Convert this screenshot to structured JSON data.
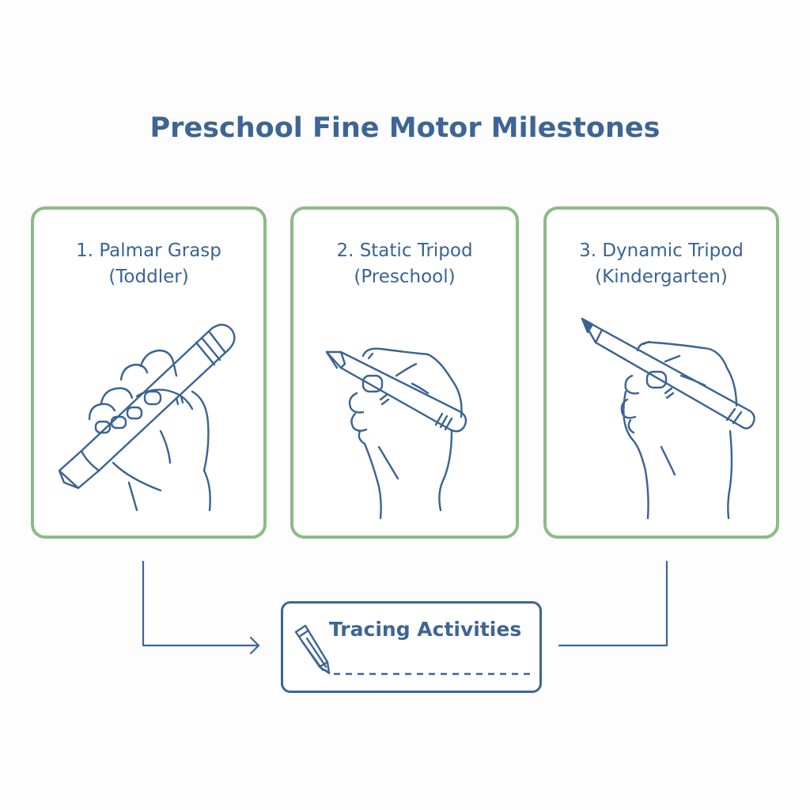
{
  "title": "Preschool Fine Motor Milestones",
  "colors": {
    "primary_blue": "#3d6595",
    "card_border_green": "#8dba88",
    "background": "#fdfdfd"
  },
  "stages": [
    {
      "number": "1.",
      "name": "Palmar Grasp",
      "age": "(Toddler)",
      "line1": "1. Palmar Grasp",
      "line2": "(Toddler)",
      "icon": "palmar-grasp-hand-crayon-icon"
    },
    {
      "number": "2.",
      "name": "Static Tripod",
      "age": "(Preschool)",
      "line1": "2. Static Tripod",
      "line2": "(Preschool)",
      "icon": "static-tripod-hand-crayon-icon"
    },
    {
      "number": "3.",
      "name": "Dynamic Tripod",
      "age": "(Kindergarten)",
      "line1": "3. Dynamic Tripod",
      "line2": "(Kindergarten)",
      "icon": "dynamic-tripod-hand-pencil-icon"
    }
  ],
  "activity": {
    "label": "Tracing Activities",
    "icon": "pencil-icon"
  }
}
